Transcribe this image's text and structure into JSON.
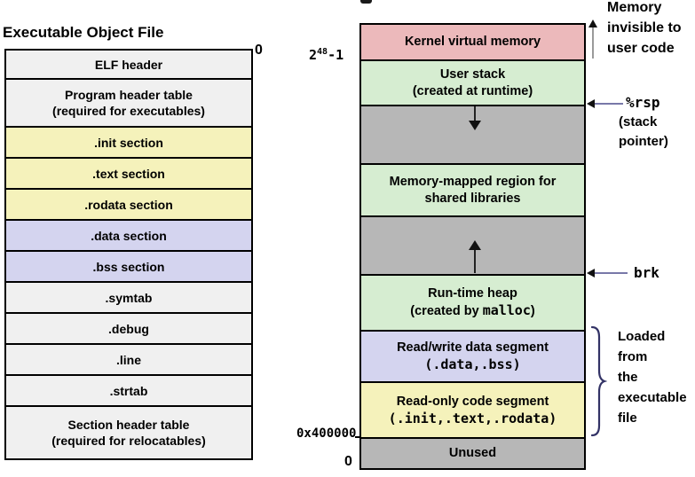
{
  "left_panel": {
    "title": "Executable Object File",
    "address_top": "0",
    "rows": [
      {
        "label": "ELF header"
      },
      {
        "label": "Program header table",
        "sublabel": "(required for executables)"
      },
      {
        "label": ".init section"
      },
      {
        "label": ".text section"
      },
      {
        "label": ".rodata section"
      },
      {
        "label": ".data section"
      },
      {
        "label": ".bss section"
      },
      {
        "label": ".symtab"
      },
      {
        "label": ".debug"
      },
      {
        "label": ".line"
      },
      {
        "label": ".strtab"
      },
      {
        "label": "Section header table",
        "sublabel": "(required for relocatables)"
      }
    ]
  },
  "right_panel": {
    "max_address": {
      "base": "2",
      "exp": "48",
      "rest": "-1"
    },
    "code_start_address": "0x400000",
    "address_bottom": "0",
    "blocks": {
      "kernel": {
        "line1": "Kernel virtual memory"
      },
      "stack": {
        "line1": "User stack",
        "line2_pre": "(created at runtime)"
      },
      "mmap": {
        "line1": "Memory-mapped region for",
        "line2_pre": "shared libraries"
      },
      "heap": {
        "line1": "Run-time heap",
        "line2_pre": "(created by ",
        "line2_mono": "malloc",
        "line2_post": ")"
      },
      "rw": {
        "line1": "Read/write data segment",
        "line2_mono": "(.data,.bss)"
      },
      "ro": {
        "line1": "Read-only code segment",
        "line2_mono": "(.init,.text,.rodata)"
      },
      "unused": {
        "line1": "Unused"
      }
    },
    "annotations": {
      "invisible_line1": "Memory",
      "invisible_line2": "invisible to",
      "invisible_line3": "user code",
      "rsp_register": "%rsp",
      "rsp_caption_line1": "(stack",
      "rsp_caption_line2": "pointer)",
      "brk_label": "brk",
      "loaded": [
        "Loaded",
        "from",
        "the",
        "executable",
        "file"
      ]
    }
  },
  "colors": {
    "kernel_pink": "#ecb9bb",
    "region_green": "#d6edd1",
    "gap_gray": "#b7b7b7",
    "data_lavender": "#d4d4ef",
    "code_yellow": "#f5f2bb",
    "table_gray": "#f0f0f0",
    "annotation_navy": "#333366"
  }
}
